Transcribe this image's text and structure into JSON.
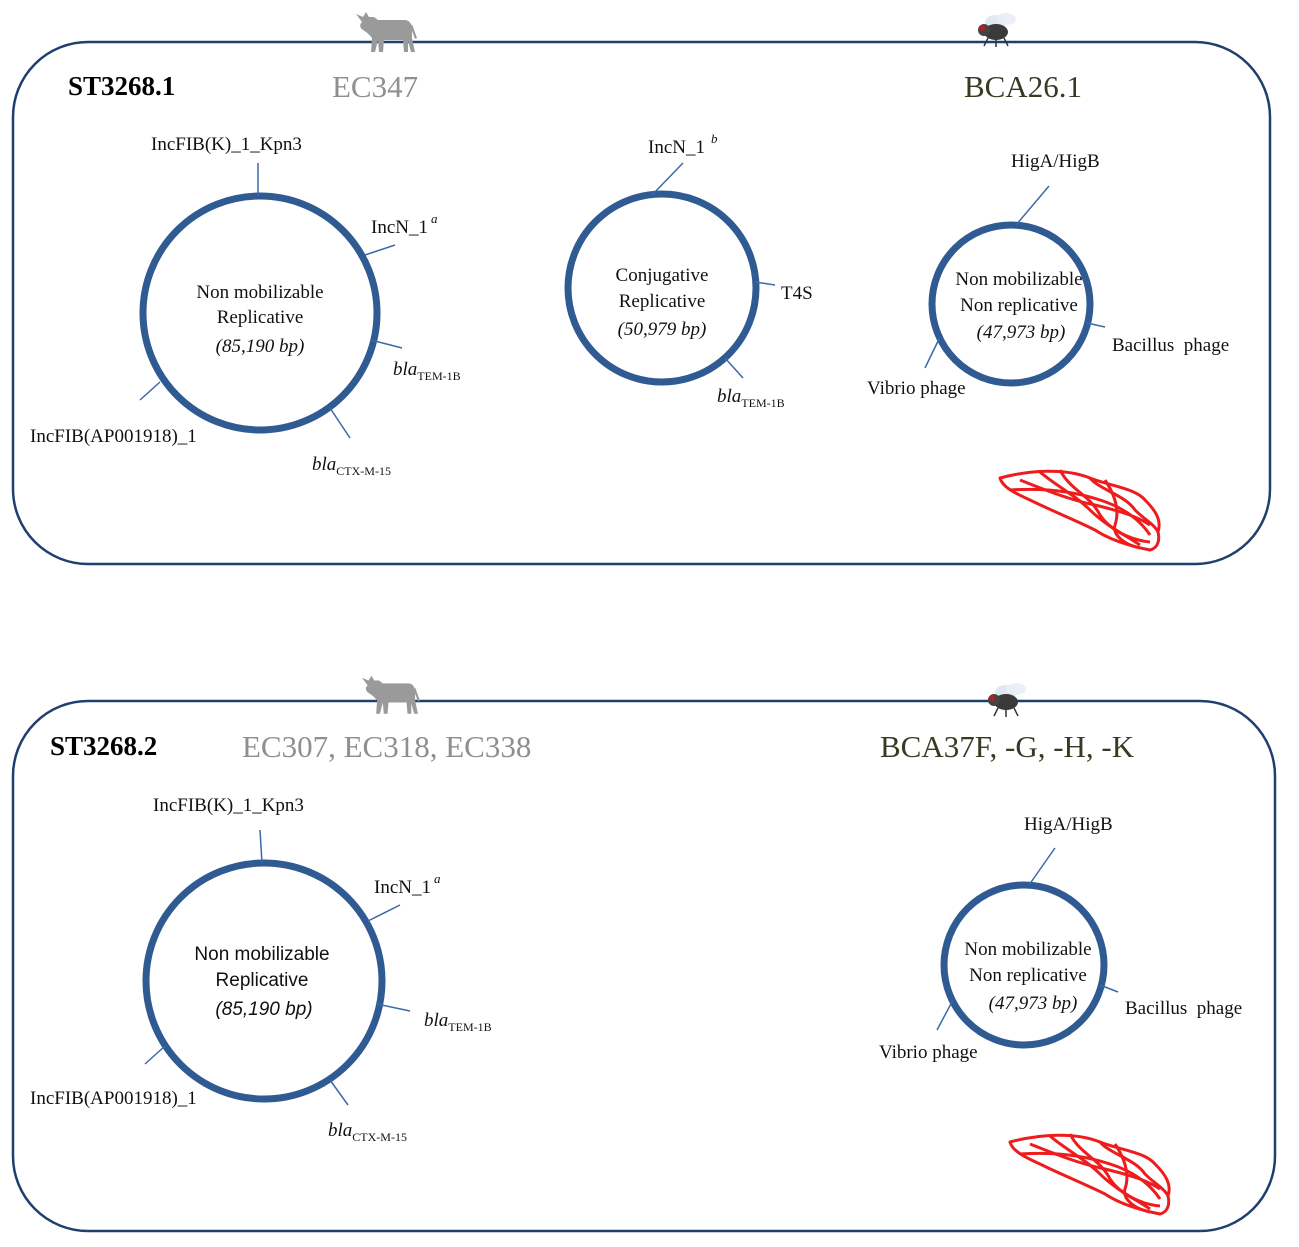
{
  "colors": {
    "panel_border": "#1f3f6e",
    "plasmid_ring": "#2f5a92",
    "leader": "#3b6aa6",
    "cattle_text": "#8f8f8f",
    "fly_text": "#3a3a24",
    "red_trace": "#ee1c1c"
  },
  "panels": [
    {
      "title": "ST3268.1",
      "cattle_isolates": "EC347",
      "fly_isolates": "BCA26.1",
      "cattle_icon": "cow-icon",
      "fly_icon": "fly-icon",
      "plasmids": [
        {
          "line1": "Non mobilizable",
          "line2": "Replicative",
          "size": "(85,190 bp)",
          "labels": {
            "kpn3": "IncFIB(K)_1_Kpn3",
            "incn": "IncN_1",
            "incn_sup": "a",
            "tem_main": "bla",
            "tem_sub": "TEM-1B",
            "ctx_main": "bla",
            "ctx_sub": "CTX-M-15",
            "ap": "IncFIB(AP001918)_1"
          }
        },
        {
          "line1": "Conjugative",
          "line2": "Replicative",
          "size": "(50,979 bp)",
          "labels": {
            "incn": "IncN_1",
            "incn_sup": "b",
            "t4s": "T4S",
            "tem_main": "bla",
            "tem_sub": "TEM-1B"
          }
        },
        {
          "line1": "Non mobilizable",
          "line2": "Non replicative",
          "size": "(47,973 bp)",
          "labels": {
            "higa": "HigA/HigB",
            "bacillus": "Bacillus  phage",
            "vibrio": "Vibrio phage"
          }
        }
      ]
    },
    {
      "title": "ST3268.2",
      "cattle_isolates": "EC307, EC318, EC338",
      "fly_isolates": "BCA37F, -G, -H, -K",
      "cattle_icon": "cow-icon",
      "fly_icon": "fly-icon",
      "plasmids": [
        {
          "line1": "Non mobilizable",
          "line2": "Replicative",
          "size": "(85,190 bp)",
          "labels": {
            "kpn3": "IncFIB(K)_1_Kpn3",
            "incn": "IncN_1",
            "incn_sup": "a",
            "tem_main": "bla",
            "tem_sub": "TEM-1B",
            "ctx_main": "bla",
            "ctx_sub": "CTX-M-15",
            "ap": "IncFIB(AP001918)_1"
          }
        },
        {
          "line1": "Non mobilizable",
          "line2": "Non replicative",
          "size": "(47,973 bp)",
          "labels": {
            "higa": "HigA/HigB",
            "bacillus": "Bacillus  phage",
            "vibrio": "Vibrio phage"
          }
        }
      ]
    }
  ]
}
